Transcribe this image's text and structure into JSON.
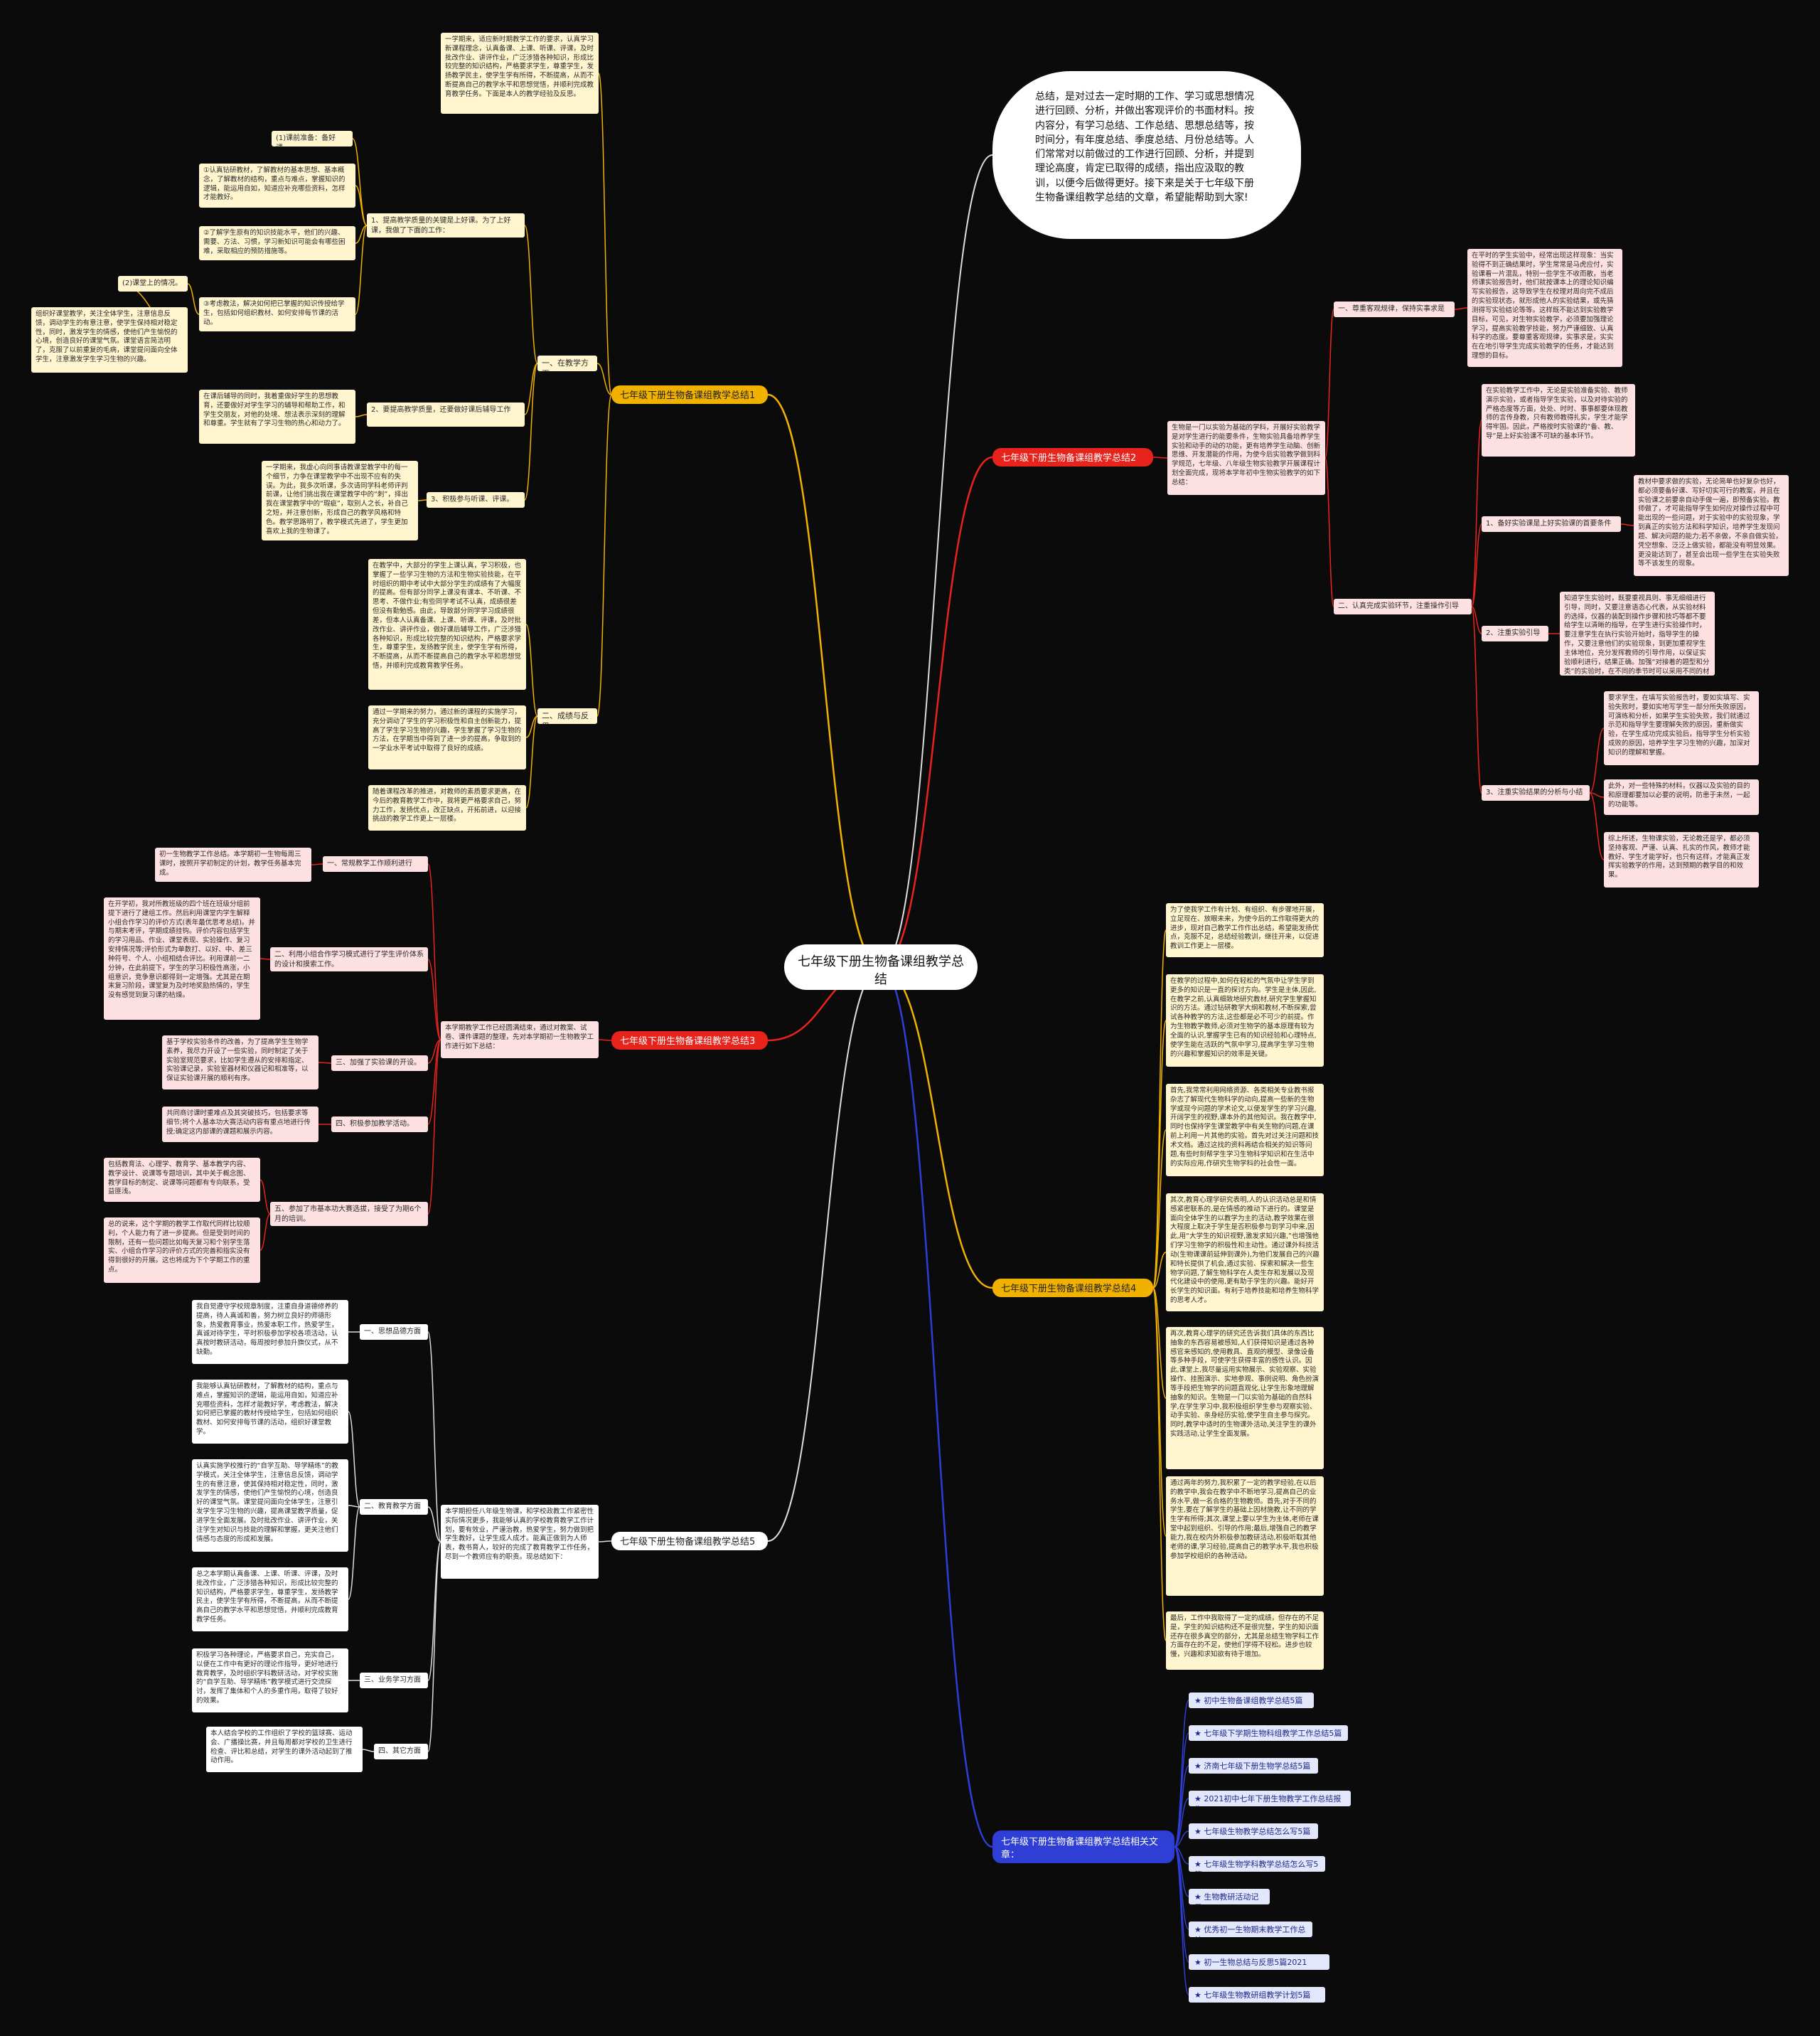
{
  "center": "七年级下册生物备课组教学总结",
  "intro": "总结，是对过去一定时期的工作、学习或思想情况进行回顾、分析，并做出客观评价的书面材料。按内容分，有学习总结、工作总结、思想总结等，按时间分，有年度总结、季度总结、月份总结等。人们常常对以前做过的工作进行回顾、分析，并提到理论高度，肯定已取得的成绩，指出应汲取的教训，以便今后做得更好。接下来是关于七年级下册生物备课组教学总结的文章，希望能帮助到大家!",
  "branch1": {
    "title": "七年级下册生物备课组教学总结1",
    "top_text": "一学期来，适应新时期教学工作的要求，认真学习新课程理念，认真备课、上课、听课、评课，及时批改作业、讲评作业，广泛涉猎各种知识，形成比较完整的知识结构，严格要求学生，尊重学生，发扬教学民主，使学生学有所得，不断提高，从而不断提高自己的教学水平和思想觉悟，并顺利完成教育教学任务。下面是本人的教学经验及反思。",
    "sec_teaching": "一、在教学方面",
    "sub1_label": "1、提高教学质量的关键是上好课。为了上好课，我做了下面的工作：",
    "prep": "(1)课前准备：备好课。",
    "prep1": "①认真钻研教材，了解教材的基本思想、基本概念，了解教材的结构，重点与难点，掌握知识的逻辑，能运用自如，知道应补充哪些资料，怎样才能教好。",
    "prep2": "②了解学生原有的知识技能水平，他们的兴趣、需要、方法、习惯，学习新知识可能会有哪些困难，采取相应的预防措施等。",
    "prep3": "③考虑教法，解决如何把已掌握的知识传授给学生，包括如何组织教材、如何安排每节课的活动。",
    "classroom": "(2)课堂上的情况。",
    "classroom1": "组织好课堂教学，关注全体学生，注意信息反馈，调动学生的有意注意，使学生保持相对稳定性，同时，激发学生的情感，使他们产生愉悦的心境，创造良好的课堂气氛。课堂语言简洁明了，克服了以前重复的毛病，课堂提问面向全体学生，注意激发学生学习生物的兴趣。",
    "sub2_label": "2、要提高教学质量，还要做好课后辅导工作",
    "sub2_text": "在课后辅导的同时，我着重做好学生的思想教育，还要做好对学生学习的辅导和帮助工作，和学生交朋友，对他的处境、想法表示深刻的理解和尊重。学生就有了学习生物的热心和动力了。",
    "sub3_label": "3、积极参与听课、评课。",
    "sub3_text": "一学期来，我虚心向同事请教课堂教学中的每一个细节，力争在课堂教学中不出现不应有的失误。为此，我多次听课，多次请同学科老师评判前课，让他们挑出我在课堂教学中的“刺”，择出我在课堂教学中的“瑕疵”，取别人之长，补自己之短，并注意创新，形成自己的教学风格和特色。教学思路明了，教学模式先进了，学生更加喜欢上我的生物课了。",
    "sec_results": "二、成绩与反思",
    "results1": "在教学中，大部分的学生上课认真，学习积极，也掌握了一些学习生物的方法和生物实验技能，在平时组织的期中考试中大部分学生的成绩有了大幅度的提高。但有部分同学上课没有课本、不听课、不思考、不做作业;有些同学考试不认真，成绩很差但没有勤勉感。由此，导致部分同学学习成绩很差，但本人认真备课、上课、听课、评课，及时批改作业、讲评作业，做好课后辅导工作，广泛涉猎各种知识，形成比较完整的知识结构，严格要求学生，尊重学生，发扬教学民主，使学生学有所得，不断提高，从而不断提高自己的教学水平和思想觉悟，并顺利完成教育教学任务。",
    "results2": "通过一学期来的努力，通过新的课程的实施学习，充分调动了学生的学习积极性和自主创新能力，提高了学生学习生物的兴趣，学生掌握了学习生物的方法，在学期当中得到了进一步的提高，争取到的一学业水平考试中取得了良好的成绩。",
    "results3": "随着课程改革的推进，对教师的素质要求更高，在今后的教育教学工作中，我将更严格要求自己，努力工作，发扬优点，改正缺点，开拓前进，以迎接挑战的教学工作更上一层楼。"
  },
  "branch2": {
    "title": "七年级下册生物备课组教学总结2",
    "summary": "生物是一门以实验为基础的学科，开展好实验教学是对学生进行的能要条件，生物实验具备培养学生实验和动手的动的功能，更有培养学生动脑、创新思维、开发潜能的作用，为使今后实验教学做到科学规范，七年级、八年级生物实验教学开展课程计划全面完成，现将本学年初中生物实验教学的如下总结：",
    "sec1": "一、尊重客观规律，保持实事求是",
    "sec1_text": "在平时的学生实验中，经常出现这样现象：当实验得不到正确结果时，学生常常是马虎应付，实验课看一片混乱，特别一些学生不收而散，当老师课实验报告时，他们就按课本上的理论知识编写实验报告，这导致学生在校理对周向完不成后的实验现状态，就形成他人的实验结果，或先猜测得写实验结论等等。这样既不能达到实验教学目标，可见，对生物实验教学，必须要加强理论学习，提高实验教学技能，努力严谨细致、认真科学的态度。要尊重客观规律，实事求是，实实在在地引导学生完成实验教学的任务，才能达到理想的目标。",
    "sec2": "二、认真完成实验环节，注重操作引导",
    "sec2_intro": "在实验教学工作中，无论是实验准备实验、教师演示实验，或者指导学生实验，以及对待实验的严格态度等方面，处处、时时、事事都要体现教师的言传身教，只有教师教得扎实，学生才能学得牢固。因此，严格按时实验课的“备、教、导”是上好实验课不可缺的基本环节。",
    "item1_label": "1、备好实验课是上好实验课的首要条件",
    "item1_text": "教材中要求做的实验，无论简单也好复杂也好，都必须要备好课、写好切实可行的教案，并且在实验课之前要亲自动手做一遍，即预备实验。教师做了，才可能指导学生如何应对操作过程中可能出现的一些问题，对于实验中的实验现象，学到真正的实验方法和科学知识，培养学生发现问题、解决问题的能力;若不亲做，不亲自做实验，凭空想象、泛泛上做实验，都能没有明显效果。更没能达到了，甚至会出现一些学生在实验失败等不该发生的现象。",
    "item2_label": "2、注重实验引导",
    "item2_text": "知道学生实验时，既要重视具则、事无细细进行引导，同时，又要注意语态心代表，从实验材料的选择，仪器的装配到操作步骤和技巧等都不要给学生以清晰的指导，在学生进行实验操作时，要注意学生在执行实验开始时，指导学生的操作，又要注意他们的实验现象，到更加重视学生主体地位，充分发挥教师的引导作用，以保证实验顺利进行，结果正确。加强“对接着的题型和分类”的实验时，在不同的季节时可以采用不同的材料。",
    "item3_label": "3、注重实验结果的分析与小结",
    "item3_text1": "要求学生，在填写实验报告时，要如实填写、实验失败时，要如实地写学生一部分所失败原因，可演练和分析，如果学生实验失败，我们就通过示范和指导学生要理解失败的原因，重新做实验，在学生成功完成实验后，指导学生分析实验成败的原因，培养学生学习生物的兴趣，加深对知识的理解和掌握。",
    "item3_text2": "此外，对一些特殊的材料，仪器以及实验的目的和原理都要加以必要的说明，防患于未然，一起的功能等。",
    "item3_text3": "综上所述，生物课实验，无论教还是学，都必须坚持客观、严谨、认真、扎实的作风，教师才能教好、学生才能学好，也只有这样，才能真正发挥实验教学的作用，达到预期的教学目的和效果。"
  },
  "branch3": {
    "title": "七年级下册生物备课组教学总结3",
    "summary": "本学期教学工作已经圆满结束，通过对教案、试卷、课件课题的整理，先对本学期初一生物教学工作进行如下总结：",
    "s1_label": "一、常规教学工作顺利进行",
    "s1_text": "初一生物教学工作总结。本学期初一生物每周三课时，按照开学初制定的计划，教学任务基本完成。",
    "s2_label": "二、利用小组合作学习模式进行了学生评价体系的设计和摸索工作。",
    "s2_text": "在开学初，我对所教班级的四个班在班级分组前提下进行了建组工作。然后利用课堂内学生解释小组合作学习的评价方式(表年最优思考总结)。并与期末考评，学期成绩挂钩。评价内容包括学生的学习用品、作业、课堂表现、实验操作、复习安排情况等;评价形式为单数打、以好、中、差三种符号、个人、小组相结合评比。利用课前一二分钟，在此前提下，学生的学习积极性高涨，小组意识，竞争意识都得到一定增强。尤其是在期末复习阶段，课堂复为及时地奖励热情的，学生没有感觉到复习课的枯燥。",
    "s3_label": "三、加强了实验课的开设。",
    "s3_text": "基于学校实验条件的改善，为了提高学生生物学素养，我尽力开设了一些实验，同时制定了关于实验室规范要求，比如学生遵从的安排和指定、实验课记录，实验室器材和仪器记和相准等，以保证实验课开展的顺利有序。",
    "s4_label": "四、积极参加教学活动。",
    "s4_text": "共同商讨课时重难点及其突破技巧，包括要求等细节;将个人基本功大赛活动内容有重点地进行传授;确定这内部课的课题和展示内容。",
    "s5_label": "五、参加了市基本功大赛选拔，接受了为期6个月的培训。",
    "s5_text1": "包括教育法、心理学、教育学、基本教学内容、教学设计、说课等专题培训，其中关于概念图、教学目标的制定、说课等问题都有专向联系，受益匪浅。",
    "s5_text2": "总的说来，这个学期的教学工作取代同样比较顺利，个人能力有了进一步提高。但是受到时间的限制，还有一些问题比如每天复习和个别学生落实、小组合作学习的评价方式的完善和指实没有得到很好的开展。这也将成为下个学期工作的重点。"
  },
  "branch4": {
    "title": "七年级下册生物备课组教学总结4",
    "t1": "为了使我学工作有计划、有组织、有步骤地开展，立足现在、放眼未来，为使今后的工作取得更大的进步，现对自己教学工作作出总结，希望能发扬优点，克服不足，总结经验教训，继往开来，以促进教训工作更上一层楼。",
    "t2": "在教学的过程中,如何在轻松的气氛中让学生学到更多的知识是一直的探讨方向。学生是主体,因此,在教学之前,认真细致地研究教材,研究学生掌握知识的方法。通过钻研教学大纲和教材,不断探索,尝试各种教学的方法,这些都是必不可少的前提。作为生物教学教师,必须对生物学的基本原理有较为全面的认识,掌握学生已有的知识经验和心理特点,使学生能在活跃的气氛中学习,提高学生学习生物的兴趣和掌握知识的效率是关键。",
    "t3": "首先,我常常利用网络资源、各类相关专业教书报杂志了解现代生物科学的动向,提高一些新的生物学或现今问题的学术论文,以便发学生的学习兴趣,开阔学生的视野,课本外的其他知识。我在教学中,同时也保持学生课堂教学中有关生物的问题,在课前上利用一片其他的实验。首先对过关注问题和技术文档。通过这找的资料再结合相关的知识等问题,有些时刻帮学生学习生物科学知识和在生活中的实际应用,作研究生物学科的社会性一面。",
    "t4": "其次,教育心理学研究表明,人的认识活动总是和情感紧密联系的,是在情感的推动下进行的。课堂是面向全体学生的以教学为主的活动,教学效果在很大程度上取决于学生是否积极参与到学习中来,因此,用“大学生的知识视野,激发求知兴趣,”也增强他们学习生物学的积极性和主动性。通过课外科技活动(生物课课前延伸到课外),为他们发展自己的兴趣和特长提供了机会,通过实验、探索和解决一些生物学问题,了解生物科学在人类生存和发展以及现代化建设中的使用,更有助于学生的兴趣。能好开长学生的知识面。有利于培养技能和培养生物科学的思考人才。",
    "t5": "再次,教育心理学的研究还告诉我们具体的东西比抽象的东西容易被感知,人们获得知识是通过各种感官来感知的,使用教具、直观的模型、录像设备等多种手段，可使学生获得丰富的感性认识。因此,课堂上,我尽量运用实物展示、实验观察、实验操作、挂图演示、实地参观、事例说明、角色扮演等手段把生物学的问题直观化,让学生形象地理解抽象的知识。生物是一门以实验为基础的自然科学,在学生学习中,我积极组织学生参与观察实验、动手实验、亲身经历实验,使学生自主参与探究。同时,教学中适时的生物课外活动,关注学生的课外实践活动,让学生全面发展。",
    "t6": "通过两年的努力,我积累了一定的教学经验,在以后的教学中,我会在教学中不断地学习,提高自己的业务水平,做一名合格的生物教师。首先,对于不同的学生,要在了解学生的基础上因材施教,让不同的学生学有所得;其次,课堂上要以学生为主体,老师在课堂中起到组织、引导的作用;最后,增强自己的教学能力,我在校内外积极参加教研活动,积极听取其他老师的课,学习经验,提高自己的教学水平,我也积极参加学校组织的各种活动。",
    "t7": "最后，工作中我取得了一定的成绩，但存在的不足是，学生的知识结构还不是很完整，学生的知识面还存在很多真空的部分，尤其是总结生物学科工作方面存在的不足，使他们学得不轻松。进步也较慢，兴趣和求知欲有待于增加。"
  },
  "branch5": {
    "title": "七年级下册生物备课组教学总结5",
    "summary": "本学期担任八年级生物课，和学校政教工作紧密性实际情况更多，我能够认真的学校教育教学工作计划，要有效业，严谨治教，热爱学生，努力做到把学生教好，让学生成人成才。能真正做到为人师表，教书育人，较好的完成了教育教学工作任务，尽到一个教师应有的职责。现总结如下：",
    "s1_label": "一、思想品德方面",
    "s1_text": "我自觉遵守学校规章制度，注重自身道德修养的提高，待人真诚和善，努力树立良好的师德形象，热爱教育事业，热爱本职工作，热爱学生，真诚对待学生，平时积极参加学校各项活动，认真按时教研活动，每周按时参加升旗仪式，从不缺勤。",
    "s2_label": "二、教育教学方面",
    "s2_text1": "我能够认真钻研教材，了解教材的结构，重点与难点，掌握知识的逻辑，能运用自如，知道应补充哪些资料，怎样才能教好学，考虑教法，解决如何把已掌握的教材传授给学生，包括如何组织教材、如何安排每节课的活动，组织好课堂教学。",
    "s2_text2": "认真实施学校推行的“自学互助、导学精练”的教学模式，关注全体学生，注意信息反馈，调动学生的有意注意，使其保持相对稳定性，同时，激发学生的情感，使他们产生愉悦的心境，创造良好的课堂气氛。课堂提问面向全体学生，注意引发学生学习生物的兴趣，提高课堂教学质量，促进学生全面发展。及时批改作业、讲评作业，关注学生对知识与技能的理解和掌握，更关注他们情感与态度的形成和发展。",
    "s2_text3": "总之本学期认真备课、上课、听课、评课，及时批改作业，广泛涉猎各种知识，形成比较完整的知识结构，严格要求学生，尊重学生，发扬教学民主，使学生学有所得，不断提高，从而不断提高自己的教学水平和思想觉悟，并顺利完成教育教学任务。",
    "s3_label": "三、业务学习方面",
    "s3_text": "积极学习各种理论，严格要求自己，充实自己，以便在工作中有更好的理论作指导，更好地进行教育教学，及时组织学科教研活动，对学校实施的“自学互助、导学精练”教学模式进行交流探讨，发挥了集体和个人的多重作用，取得了较好的效果。",
    "s4_label": "四、其它方面",
    "s4_text": "本人结合学校的工作组织了学校的篮球赛、运动会、广播操比赛，并且每周都对学校的卫生进行检查、评比和总结，对学生的课外活动起到了推动作用。"
  },
  "branch6": {
    "title": "七年级下册生物备课组教学总结相关文章：",
    "links": [
      "★ 初中生物备课组教学总结5篇",
      "★ 七年级下学期生物科组教学工作总结5篇",
      "★ 济南七年级下册生物学总结5篇",
      "★ 2021初中七年下册生物教学工作总结报告",
      "★ 七年级生物教学总结怎么写5篇",
      "★ 七年级生物学科教学总结怎么写5篇",
      "★ 生物教研活动记录",
      "★ 优秀初一生物期末教学工作总结",
      "★ 初一生物总结与反思5篇2021",
      "★ 七年级生物教研组教学计划5篇"
    ]
  },
  "colors": {
    "background": "#0b0b0b",
    "branch_yellow": "#f0b100",
    "branch_red": "#e8231c",
    "branch_blue": "#2f3fd6",
    "leaf_yellow": "#fff5cf",
    "leaf_pink": "#fde1e2",
    "leaf_blue": "#e3e7fb"
  }
}
